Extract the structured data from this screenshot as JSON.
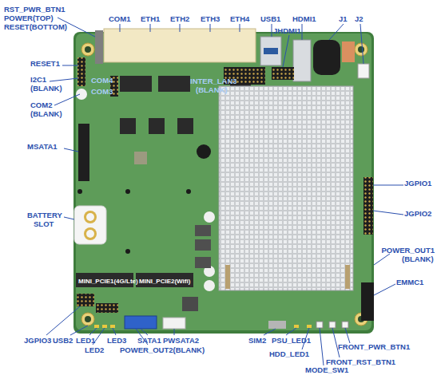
{
  "diagram": {
    "labels": [
      "RST_PWR_BTN1",
      "POWER(TOP)",
      "RESET(BOTTOM)",
      "COM1",
      "ETH1",
      "ETH2",
      "ETH3",
      "ETH4",
      "USB1",
      "HDMI1",
      "J1",
      "J2",
      "JHDMI1",
      "RESET1",
      "I2C1",
      "(BLANK)",
      "COM4",
      "INTER_LAN3",
      "(BLANK)",
      "COM3",
      "COM2",
      "(BLANK)",
      "MSATA1",
      "JGPIO1",
      "JGPIO2",
      "BATTERY",
      "SLOT",
      "POWER_OUT1",
      "(BLANK)",
      "EMMC1",
      "MINI_PCIE1(4G/Lte)",
      "MINI_PCIE2(Wifi)",
      "JGPIO3",
      "USB2",
      "LED1",
      "LED3",
      "SATA1",
      "PWSATA2",
      "LED2",
      "POWER_OUT2(BLANK)",
      "SIM2",
      "PSU_LED1",
      "FRONT_PWR_BTN1",
      "HDD_LED1",
      "FRONT_RST_BTN1",
      "MODE_SW1"
    ]
  }
}
